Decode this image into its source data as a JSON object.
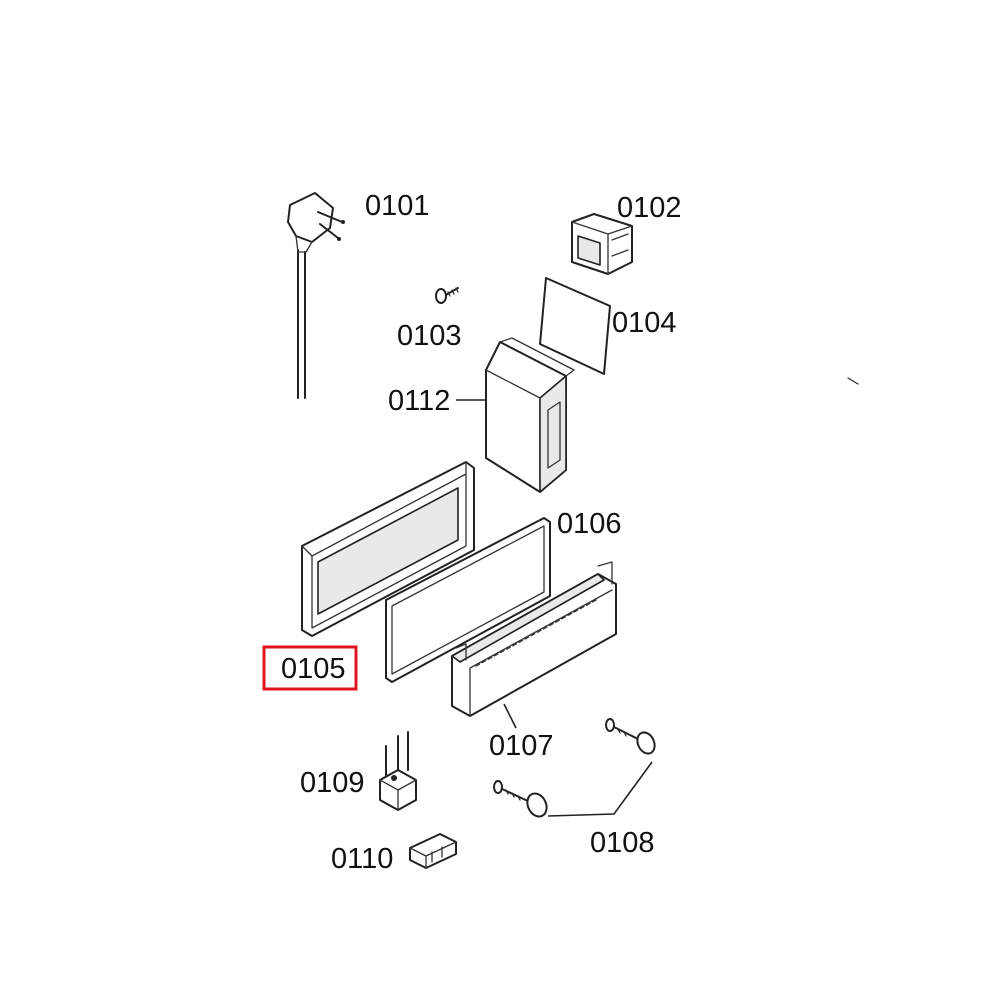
{
  "parts": [
    {
      "id": "0101",
      "label": "0101",
      "name": "power-cord-plug"
    },
    {
      "id": "0102",
      "label": "0102",
      "name": "transformer"
    },
    {
      "id": "0103",
      "label": "0103",
      "name": "screw"
    },
    {
      "id": "0104",
      "label": "0104",
      "name": "insulating-sheet"
    },
    {
      "id": "0105",
      "label": "0105",
      "name": "frame"
    },
    {
      "id": "0106",
      "label": "0106",
      "name": "panel"
    },
    {
      "id": "0107",
      "label": "0107",
      "name": "control-strip"
    },
    {
      "id": "0108",
      "label": "0108",
      "name": "screws"
    },
    {
      "id": "0109",
      "label": "0109",
      "name": "switch"
    },
    {
      "id": "0110",
      "label": "0110",
      "name": "clip"
    },
    {
      "id": "0112",
      "label": "0112",
      "name": "housing"
    }
  ],
  "highlight": {
    "part": "0105",
    "color": "#e0141e"
  }
}
